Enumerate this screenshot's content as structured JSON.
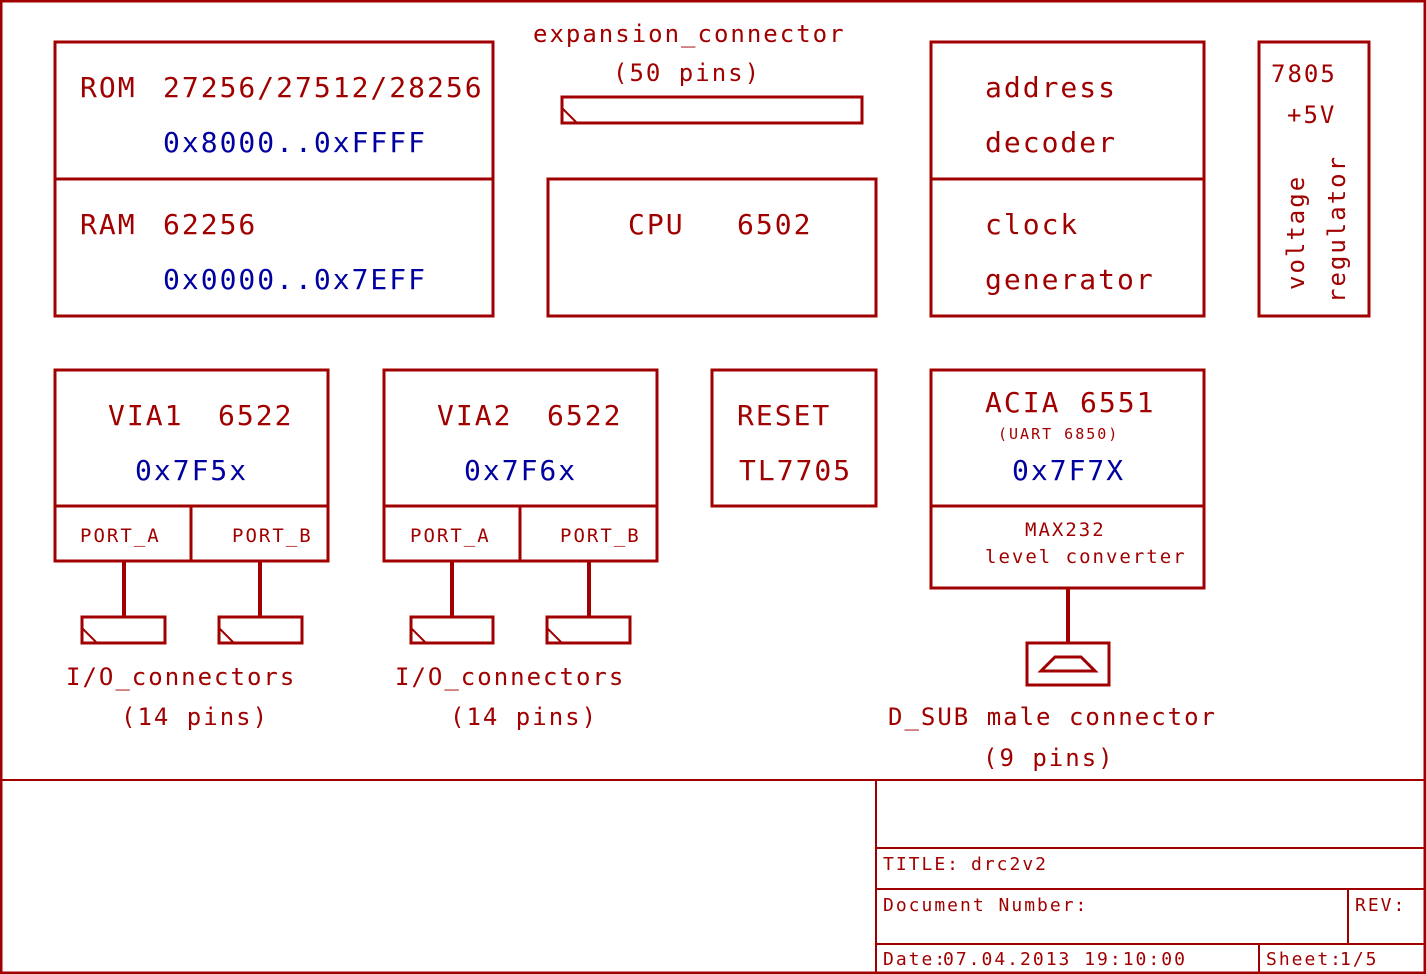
{
  "expansion": {
    "name": "expansion_connector",
    "pins": "(50 pins)"
  },
  "rom": {
    "label": "ROM",
    "parts": "27256/27512/28256",
    "range": "0x8000..0xFFFF"
  },
  "ram": {
    "label": "RAM",
    "parts": "62256",
    "range": "0x0000..0x7EFF"
  },
  "cpu": {
    "label": "CPU",
    "part": "6502"
  },
  "decoder": {
    "line1": "address",
    "line2": "decoder"
  },
  "clock": {
    "line1": "clock",
    "line2": "generator"
  },
  "regulator": {
    "part": "7805",
    "voltage": "+5V",
    "line1": "voltage",
    "line2": "regulator"
  },
  "via1": {
    "label": "VIA1",
    "part": "6522",
    "address": "0x7F5x",
    "port_a": "PORT_A",
    "port_b": "PORT_B",
    "conn_name": "I/O_connectors",
    "conn_pins": "(14 pins)"
  },
  "via2": {
    "label": "VIA2",
    "part": "6522",
    "address": "0x7F6x",
    "port_a": "PORT_A",
    "port_b": "PORT_B",
    "conn_name": "I/O_connectors",
    "conn_pins": "(14 pins)"
  },
  "reset": {
    "label": "RESET",
    "part": "TL7705"
  },
  "acia": {
    "label": "ACIA",
    "part": "6551",
    "alt": "(UART 6850)",
    "address": "0x7F7X",
    "max_part": "MAX232",
    "max_desc": "level converter",
    "conn_name": "D_SUB male connector",
    "conn_pins": "(9 pins)"
  },
  "titleblock": {
    "title_label": "TITLE:",
    "title_value": "drc2v2",
    "docnum_label": "Document Number:",
    "rev_label": "REV:",
    "date_label": "Date:",
    "date_value": "07.04.2013 19:10:00",
    "sheet_label": "Sheet:",
    "sheet_value": "1/5"
  },
  "colors": {
    "line": "#a00000",
    "address_text": "#0000a0",
    "background": "#ffffff"
  }
}
